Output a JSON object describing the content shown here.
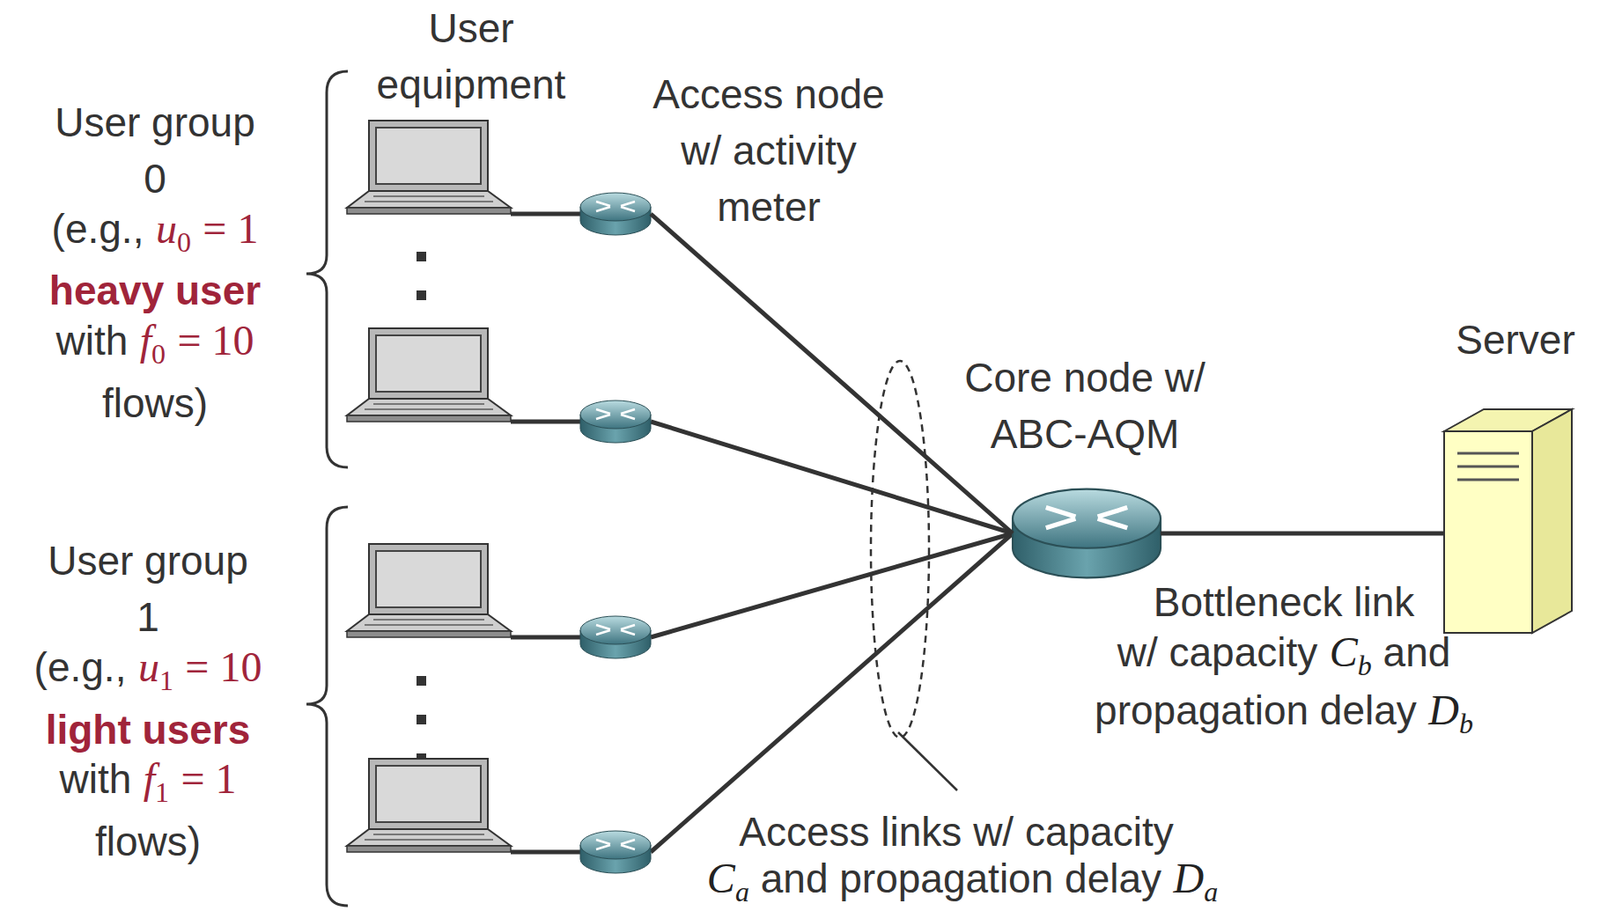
{
  "diagram": {
    "nodes": [
      {
        "text": [
          "Access node w/ activity meter"
        ]
      },
      {
        "text": [
          "Core node w/ ABC-AQM"
        ]
      },
      {
        "text": [
          "Server"
        ]
      }
    ],
    "edges": [
      {
        "from": 0,
        "to": 1,
        "arrow": "none"
      },
      {
        "from": 1,
        "to": 2,
        "arrow": "none"
      }
    ],
    "labels": [
      "User equipment",
      "User group 0",
      "(e.g.,",
      "u",
      "0",
      "= 1",
      "heavy user",
      "with",
      "f",
      "0",
      "= 10",
      "flows)",
      "User group 1",
      "(e.g.,",
      "u",
      "1",
      "= 10",
      "light users",
      "with",
      "f",
      "1",
      "= 1",
      "flows)",
      "Bottleneck link",
      "w/ capacity",
      "C",
      "b",
      "and",
      "propagation delay",
      "D",
      "b",
      "Access links w/ capacity",
      "C",
      "a",
      "and propagation delay",
      "D",
      "a"
    ]
  }
}
